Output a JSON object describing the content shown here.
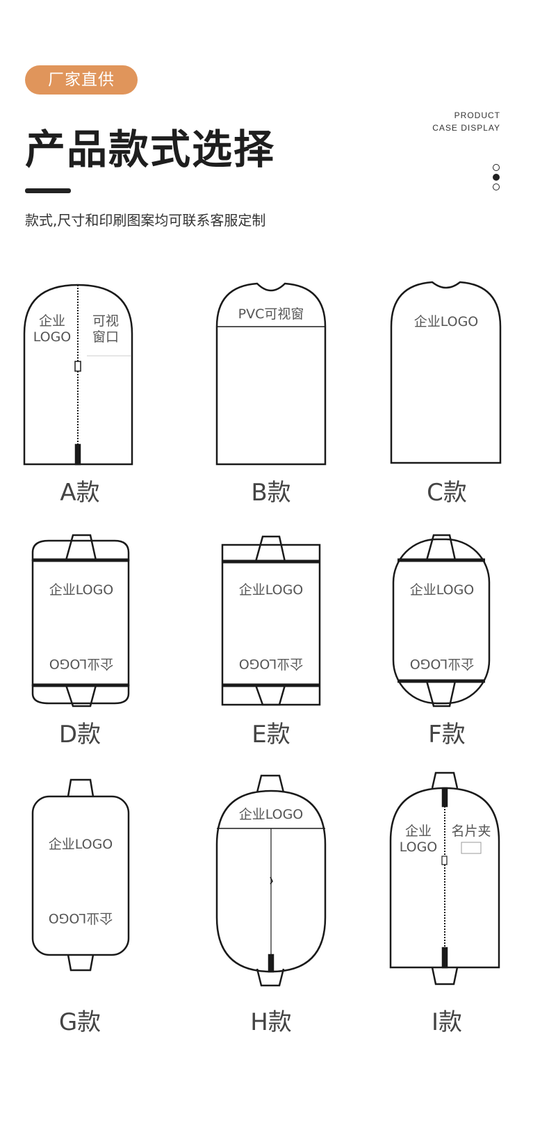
{
  "header": {
    "badge": "厂家直供",
    "title": "产品款式选择",
    "en_line1": "PRODUCT",
    "en_line2": "CASE DISPLAY",
    "subtitle": "款式,尺寸和印刷图案均可联系客服定制"
  },
  "styles": {
    "a": {
      "caption": "A款",
      "logo1": "企业",
      "logo2": "LOGO",
      "window1": "可视",
      "window2": "窗口"
    },
    "b": {
      "caption": "B款",
      "window": "PVC可视窗"
    },
    "c": {
      "caption": "C款",
      "logo": "企业LOGO"
    },
    "d": {
      "caption": "D款",
      "logo": "企业LOGO"
    },
    "e": {
      "caption": "E款",
      "logo": "企业LOGO"
    },
    "f": {
      "caption": "F款",
      "logo": "企业LOGO"
    },
    "g": {
      "caption": "G款",
      "logo": "企业LOGO"
    },
    "h": {
      "caption": "H款",
      "logo": "企业LOGO"
    },
    "i": {
      "caption": "I款",
      "logo1": "企业",
      "logo2": "LOGO",
      "card": "名片夹"
    }
  },
  "colors": {
    "accent": "#e0955b",
    "outline": "#1a1a1a"
  }
}
